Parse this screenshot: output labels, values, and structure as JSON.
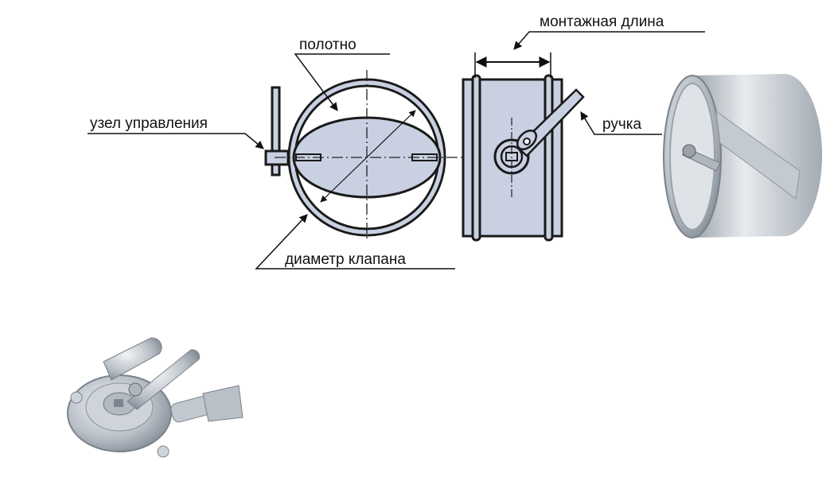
{
  "labels": {
    "blade": "полотно",
    "mounting_length": "монтажная длина",
    "control_unit": "узел управления",
    "handle": "ручка",
    "valve_diameter": "диаметр клапана"
  },
  "colors": {
    "fill": "#c9d0e2",
    "stroke": "#1a1a1a",
    "metal": "#b8bec6"
  }
}
